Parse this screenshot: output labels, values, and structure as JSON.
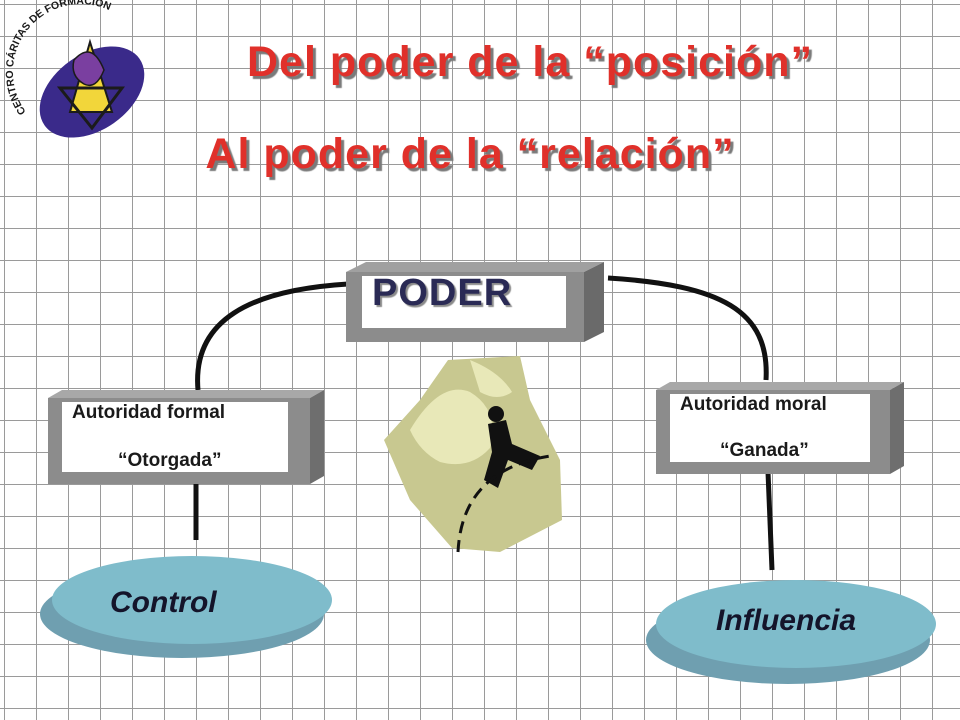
{
  "titles": {
    "line1": "Del poder de la “posición”",
    "line2": "Al  poder de la “relación”"
  },
  "logo": {
    "text": "CENTRO CÁRITAS DE FORMACIÓN"
  },
  "diagram": {
    "center": "PODER",
    "left_box": {
      "label": "Autoridad formal",
      "sub": "“Otorgada”"
    },
    "right_box": {
      "label": "Autoridad moral",
      "sub": "“Ganada”"
    },
    "left_ellipse": "Control",
    "right_ellipse": "Influencia"
  },
  "colors": {
    "title": "#e0302a",
    "ellipse": "#7fbccb",
    "box": "#8c8c8c",
    "logo_purple": "#3a2a8a",
    "logo_yellow": "#f2d63a"
  },
  "icons": {
    "logo": "caritas-logo-icon",
    "clipart": "running-figure-clipart-icon"
  }
}
